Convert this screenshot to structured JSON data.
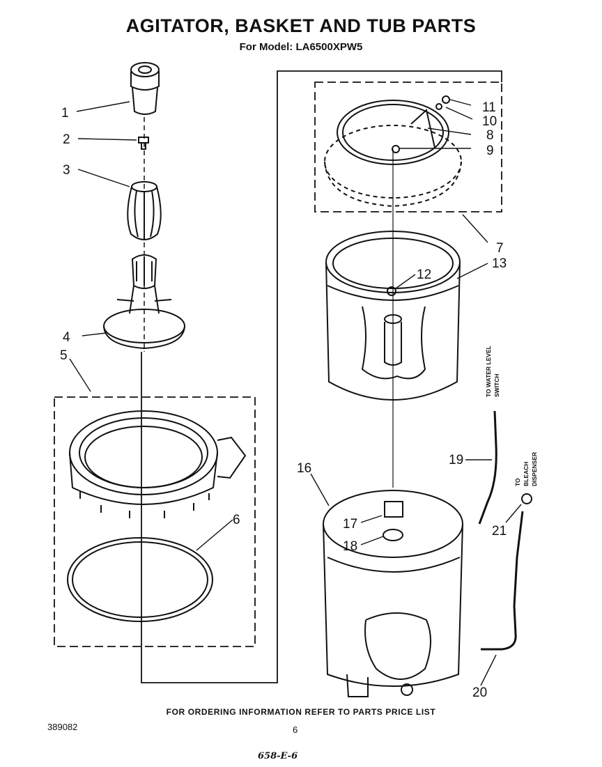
{
  "title": "AGITATOR, BASKET AND TUB PARTS",
  "subtitle": "For Model: LA6500XPW5",
  "callouts": [
    "1",
    "2",
    "3",
    "4",
    "5",
    "6",
    "7",
    "8",
    "9",
    "10",
    "11",
    "12",
    "13",
    "16",
    "17",
    "18",
    "19",
    "20",
    "21"
  ],
  "labels": {
    "water_level_line1": "TO WATER LEVEL",
    "water_level_line2": "SWITCH",
    "bleach_line1": "TO",
    "bleach_line2": "BLEACH",
    "bleach_line3": "DISPENSER"
  },
  "footer": "FOR ORDERING INFORMATION REFER TO PARTS PRICE LIST",
  "doc_number": "389082",
  "page_number": "6",
  "handwritten_note": "658-E-6"
}
